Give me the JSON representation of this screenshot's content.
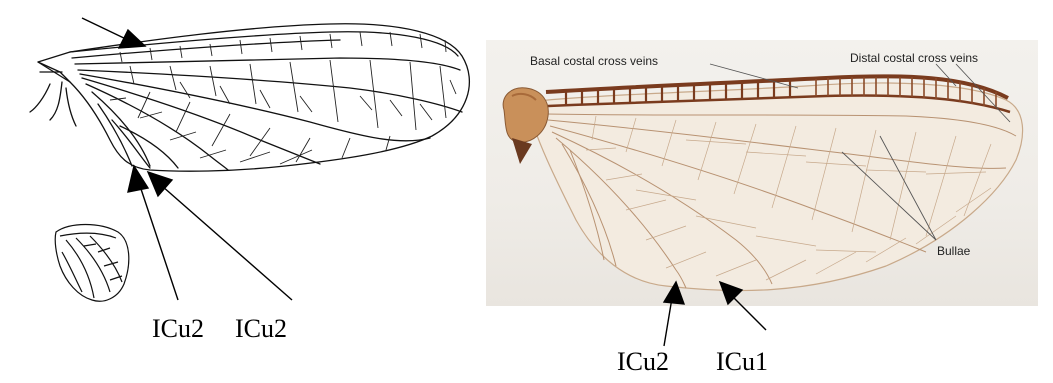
{
  "drawing": {
    "labels": {
      "icu_left": "ICu2",
      "icu_right": "ICu2"
    }
  },
  "photo": {
    "labels": {
      "basal": "Basal costal cross veins",
      "distal": "Distal costal cross veins",
      "bullae": "Bullae"
    },
    "bottom_labels": {
      "icu2": "ICu2",
      "icu1": "ICu1"
    }
  },
  "colors": {
    "ink": "#000000",
    "vein_brown": "#7a3b1e",
    "membrane": "#f3ebe0",
    "photo_bg": "#f1eee9"
  }
}
